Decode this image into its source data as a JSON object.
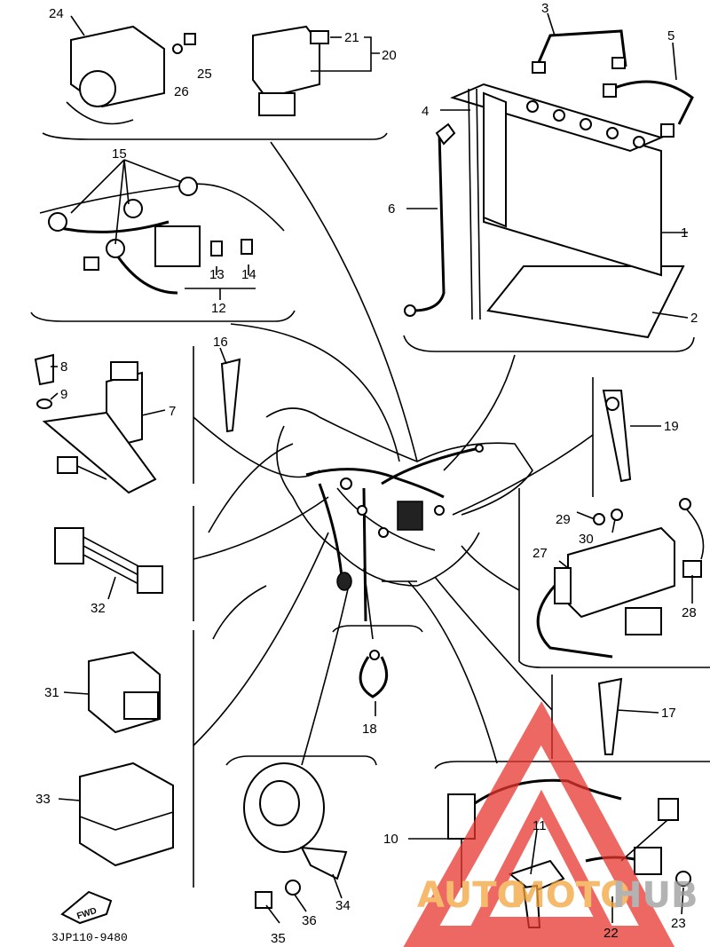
{
  "diagram": {
    "part_numbers": [
      "1",
      "2",
      "3",
      "4",
      "5",
      "6",
      "7",
      "8",
      "9",
      "10",
      "11",
      "12",
      "13",
      "14",
      "15",
      "16",
      "17",
      "18",
      "19",
      "20",
      "21",
      "22",
      "23",
      "24",
      "25",
      "26",
      "27",
      "28",
      "29",
      "30",
      "31",
      "32",
      "33",
      "34",
      "35",
      "36"
    ],
    "drawing_code": "3JP110-9480",
    "forward_arrow_label": "FWD"
  },
  "watermark": {
    "text_left": "AUTO",
    "text_mid": "MOTO",
    "text_right": "HUB",
    "color_red": "#e8362f",
    "color_orange": "#f2a33a",
    "color_gray": "#9a9a9a"
  }
}
